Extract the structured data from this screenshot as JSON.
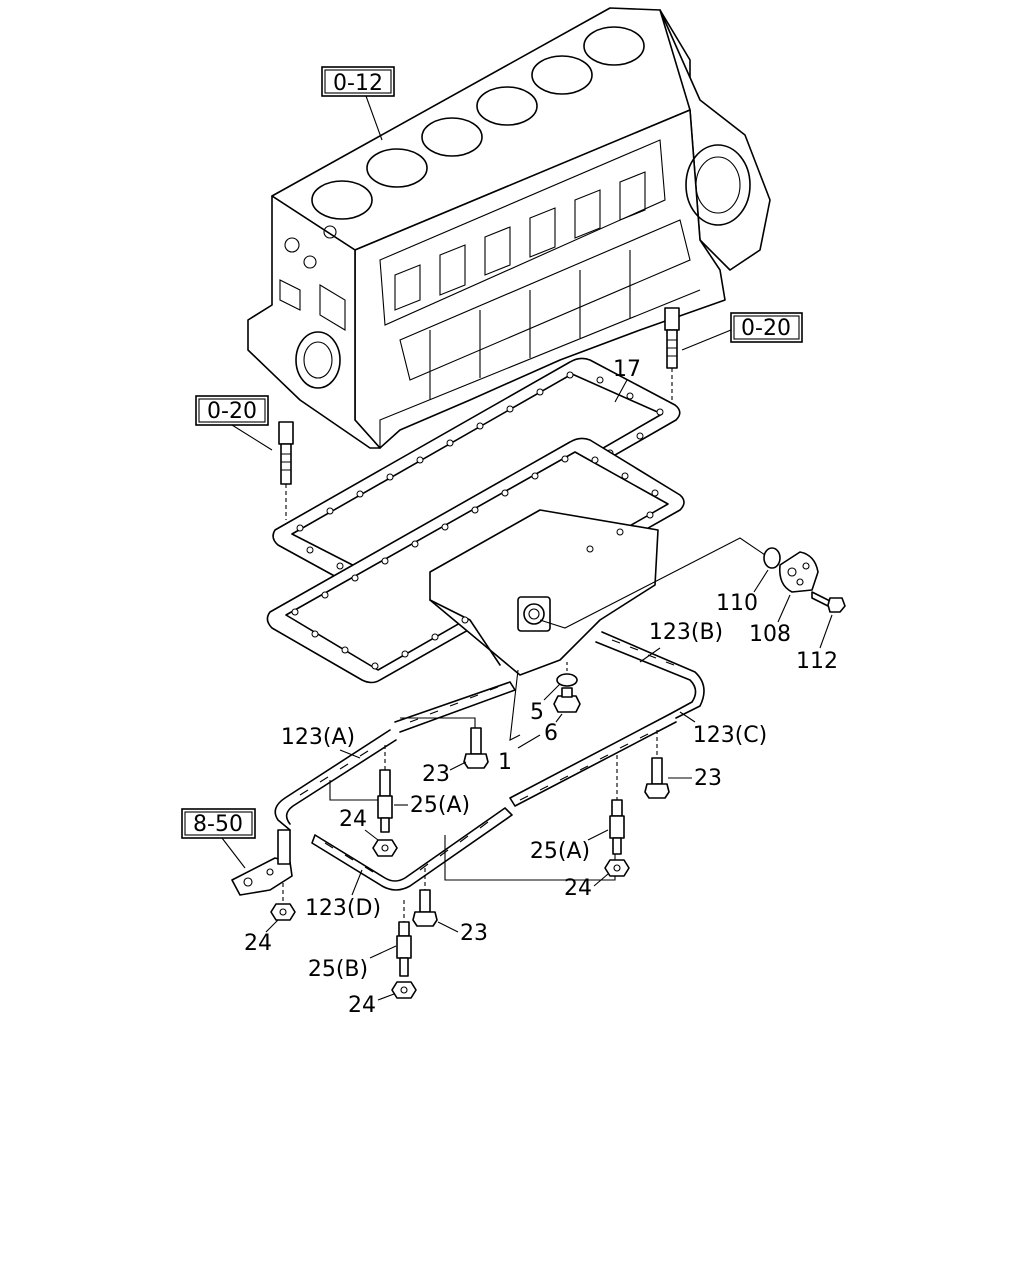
{
  "refs": {
    "block": "0-12",
    "right_stud_ref": "0-20",
    "left_stud_ref": "0-20",
    "bracket_ref": "8-50"
  },
  "callouts": {
    "gasket": "17",
    "seal_ring": "110",
    "adapter": "108",
    "adapter_bolt": "112",
    "seal_b": "123(B)",
    "seal_a": "123(A)",
    "seal_c": "123(C)",
    "seal_d": "123(D)",
    "drain_washer": "5",
    "drain_plug": "6",
    "oil_pan": "1",
    "bolt_center": "23",
    "bolt_right": "23",
    "bolt_bottom": "23",
    "stud_a_left": "25(A)",
    "stud_a_right": "25(A)",
    "stud_b": "25(B)",
    "nut_left_upper": "24",
    "nut_right": "24",
    "nut_left_lower": "24",
    "nut_bottom": "24"
  }
}
